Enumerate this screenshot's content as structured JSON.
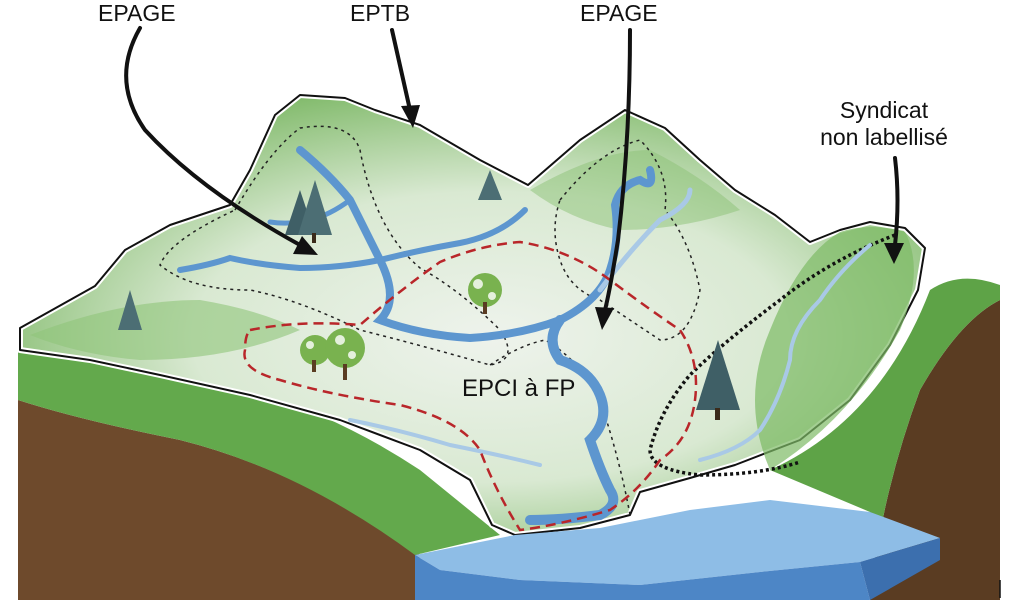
{
  "labels": {
    "epage_left": "EPAGE",
    "eptb": "EPTB",
    "epage_right": "EPAGE",
    "syndicat_line1": "Syndicat",
    "syndicat_line2": "non labellisé",
    "epci": "EPCI à FP"
  },
  "colors": {
    "soil": "#6e4a2c",
    "grass": "#63a94c",
    "valley_light": "#e8efe5",
    "river": "#5d96cf",
    "river_light": "#a9c9e6",
    "lake": "#8ebde6",
    "lake_front": "#4d86c6",
    "epci_boundary": "#b9262a",
    "arrow": "#111111"
  }
}
